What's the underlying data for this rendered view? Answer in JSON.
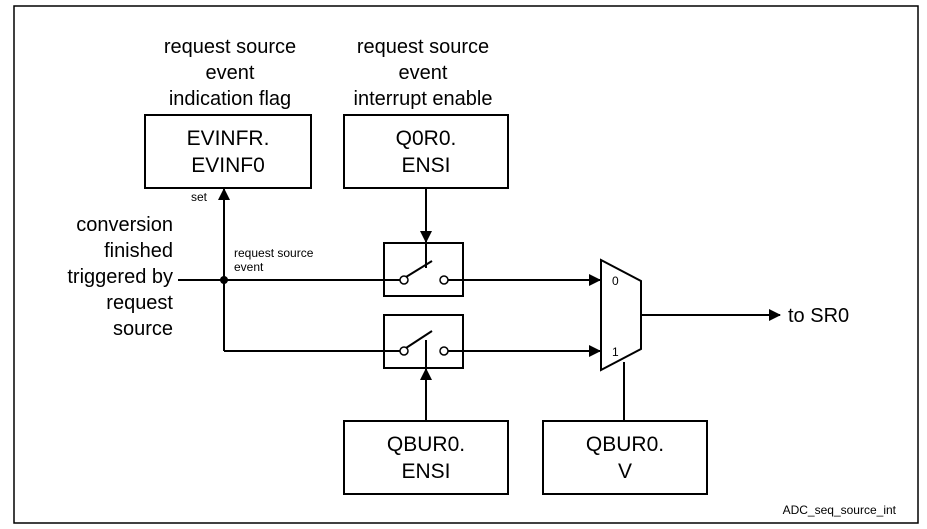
{
  "labels": {
    "flag_title": [
      "request source",
      "event",
      "indication flag"
    ],
    "enable_title": [
      "request source",
      "event",
      "interrupt enable"
    ],
    "input": [
      "conversion",
      "finished",
      "triggered by",
      "request",
      "source"
    ],
    "set": "set",
    "event_line": [
      "request source",
      "event"
    ],
    "output": "to SR0",
    "figure_id": "ADC_seq_source_int"
  },
  "boxes": {
    "evinfr": [
      "EVINFR.",
      "EVINF0"
    ],
    "q0r0": [
      "Q0R0.",
      "ENSI"
    ],
    "qbur_ensi": [
      "QBUR0.",
      "ENSI"
    ],
    "qbur_v": [
      "QBUR0.",
      "V"
    ]
  },
  "mux": {
    "input0": "0",
    "input1": "1"
  }
}
